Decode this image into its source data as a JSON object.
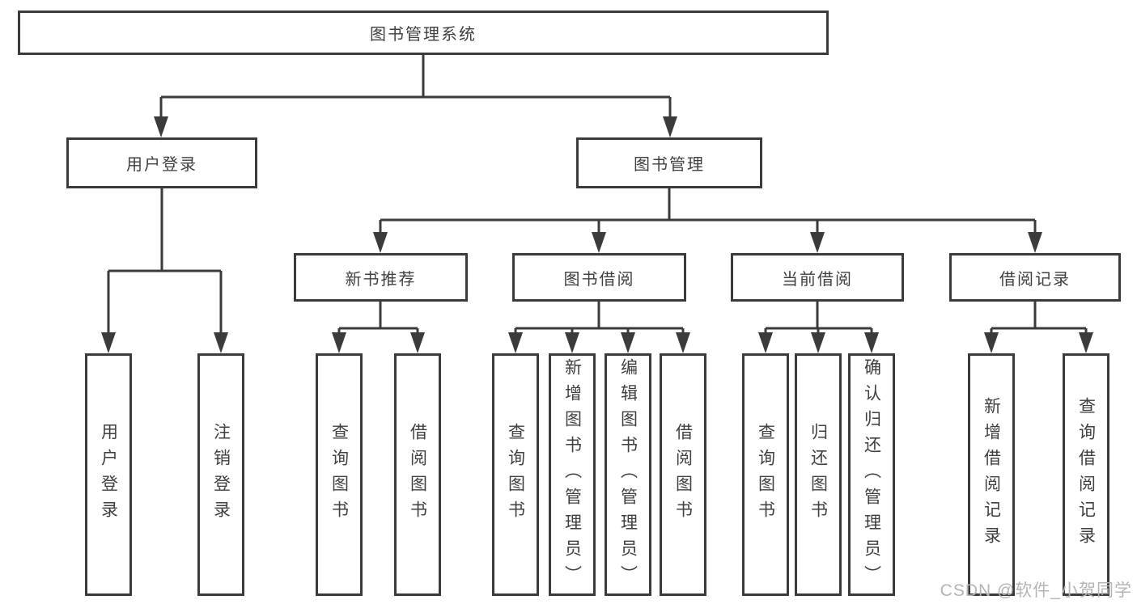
{
  "diagram": {
    "root": "图书管理系统",
    "branches": [
      {
        "label": "用户登录",
        "children": [
          {
            "label": "用户登录"
          },
          {
            "label": "注销登录"
          }
        ]
      },
      {
        "label": "图书管理",
        "children": [
          {
            "label": "新书推荐",
            "children": [
              {
                "label": "查询图书"
              },
              {
                "label": "借阅图书"
              }
            ]
          },
          {
            "label": "图书借阅",
            "children": [
              {
                "label": "查询图书"
              },
              {
                "label": "新增图书（管理员）"
              },
              {
                "label": "编辑图书（管理员）"
              },
              {
                "label": "借阅图书"
              }
            ]
          },
          {
            "label": "当前借阅",
            "children": [
              {
                "label": "查询图书"
              },
              {
                "label": "归还图书"
              },
              {
                "label": "确认归还（管理员）"
              }
            ]
          },
          {
            "label": "借阅记录",
            "children": [
              {
                "label": "新增借阅记录"
              },
              {
                "label": "查询借阅记录"
              }
            ]
          }
        ]
      }
    ]
  },
  "watermark": "CSDN @软件_小贺同学",
  "colors": {
    "line": "#3b3b3b",
    "text": "#3f3f3f",
    "watermark": "#b4b4b4",
    "background": "#ffffff"
  }
}
